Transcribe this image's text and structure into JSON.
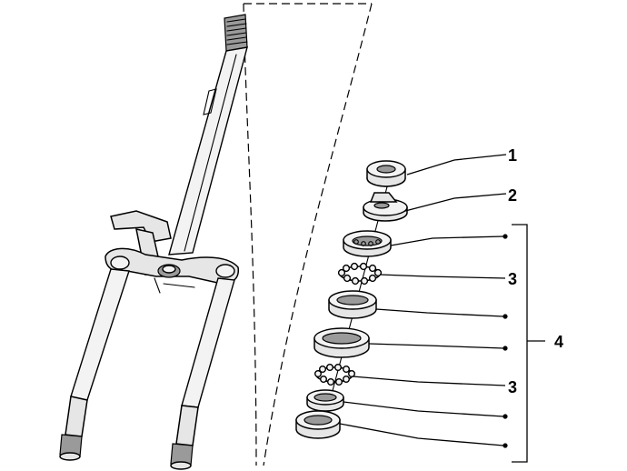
{
  "callouts": {
    "c1": "1",
    "c2": "2",
    "c3a": "3",
    "c3b": "3",
    "c4": "4"
  },
  "colors": {
    "ink": "#000000",
    "part_fill": "#e6e6e6",
    "part_shadow": "#9a9a9a",
    "background": "#ffffff"
  },
  "icons": {
    "fork": "steering-fork-icon",
    "bearing_set": "bearing-stack-icon"
  }
}
